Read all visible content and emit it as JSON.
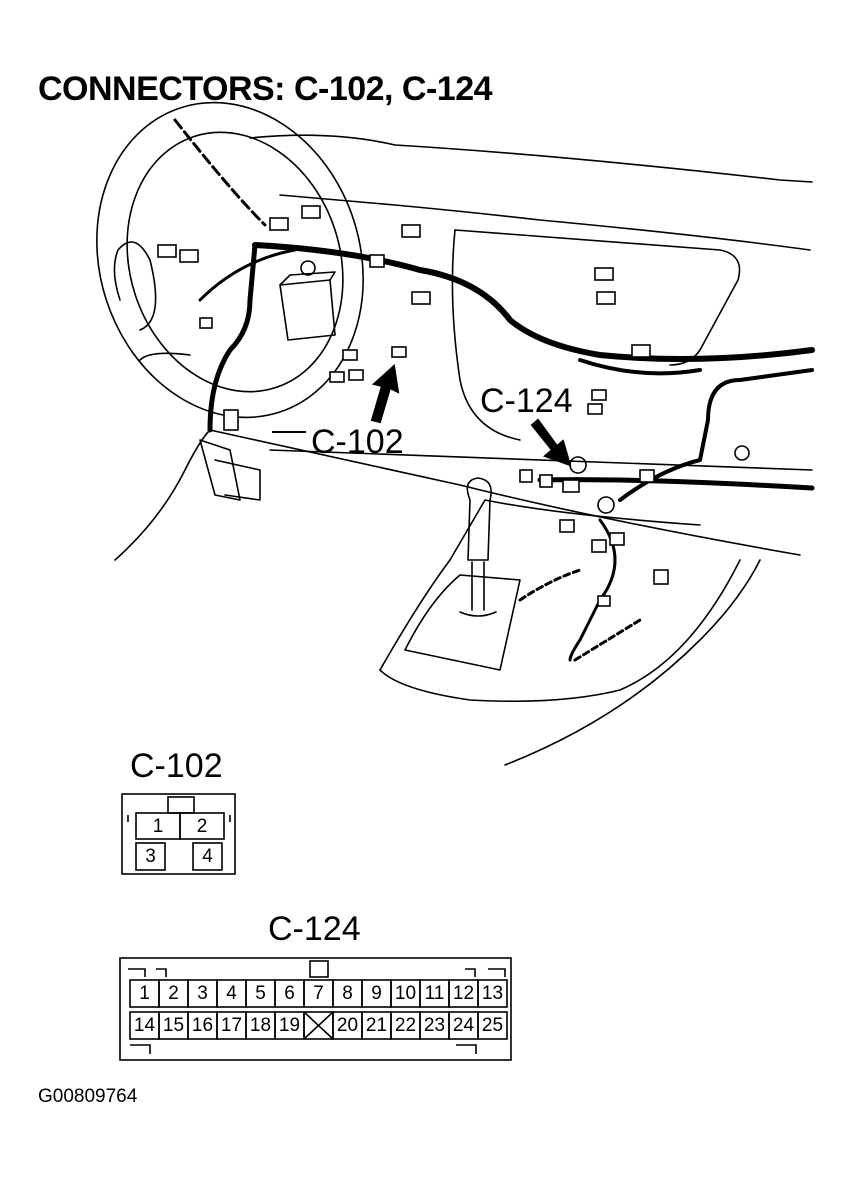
{
  "title": "CONNECTORS: C-102, C-124",
  "figure_id": "G00809764",
  "callouts": {
    "c102": "C-102",
    "c124": "C-124"
  },
  "connector_c102": {
    "name": "C-102",
    "pins": [
      "1",
      "2",
      "3",
      "4"
    ]
  },
  "connector_c124": {
    "name": "C-124",
    "top_row": [
      "1",
      "2",
      "3",
      "4",
      "5",
      "6",
      "7",
      "8",
      "9",
      "10",
      "11",
      "12",
      "13"
    ],
    "bottom_row": [
      "14",
      "15",
      "16",
      "17",
      "18",
      "19",
      "",
      "20",
      "21",
      "22",
      "23",
      "24",
      "25"
    ]
  }
}
